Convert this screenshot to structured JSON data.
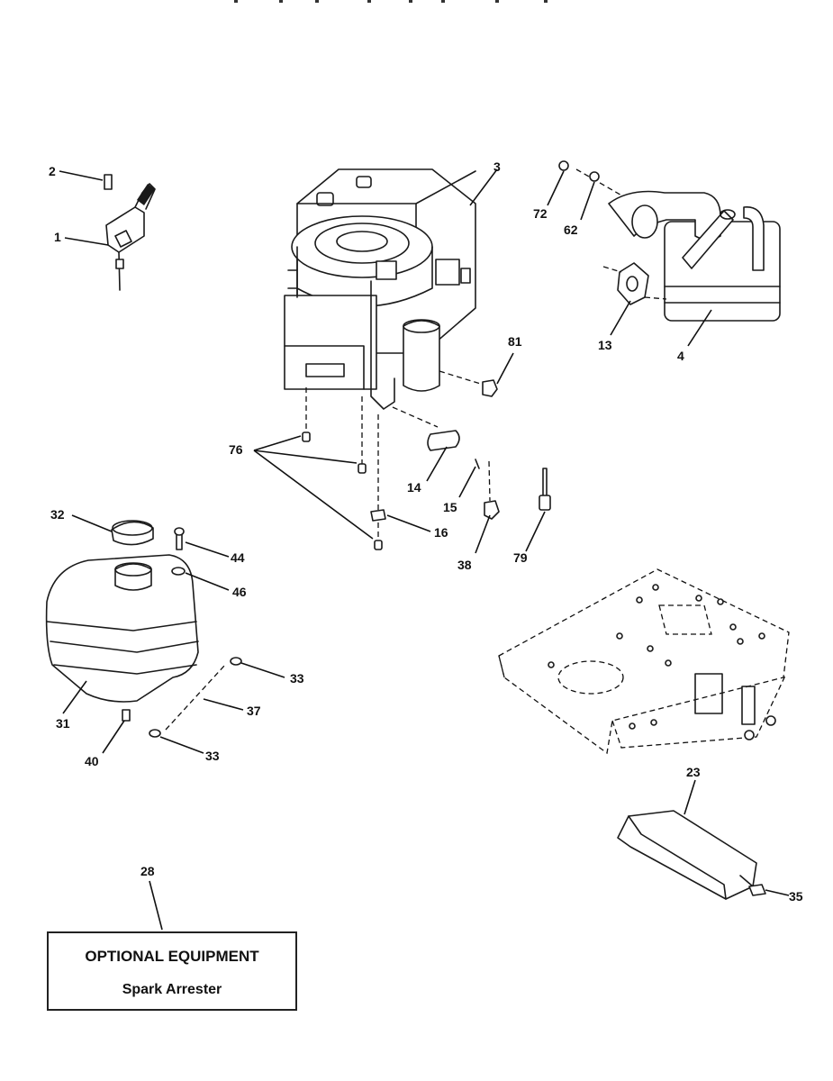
{
  "callouts": {
    "c1": "1",
    "c2": "2",
    "c3": "3",
    "c4": "4",
    "c13": "13",
    "c14": "14",
    "c15": "15",
    "c16": "16",
    "c23": "23",
    "c28": "28",
    "c31": "31",
    "c32": "32",
    "c33a": "33",
    "c33b": "33",
    "c35": "35",
    "c37": "37",
    "c38": "38",
    "c40": "40",
    "c44": "44",
    "c46": "46",
    "c62": "62",
    "c72": "72",
    "c76": "76",
    "c79": "79",
    "c81": "81"
  },
  "optional_box": {
    "title": "OPTIONAL EQUIPMENT",
    "subtitle": "Spark Arrester"
  }
}
